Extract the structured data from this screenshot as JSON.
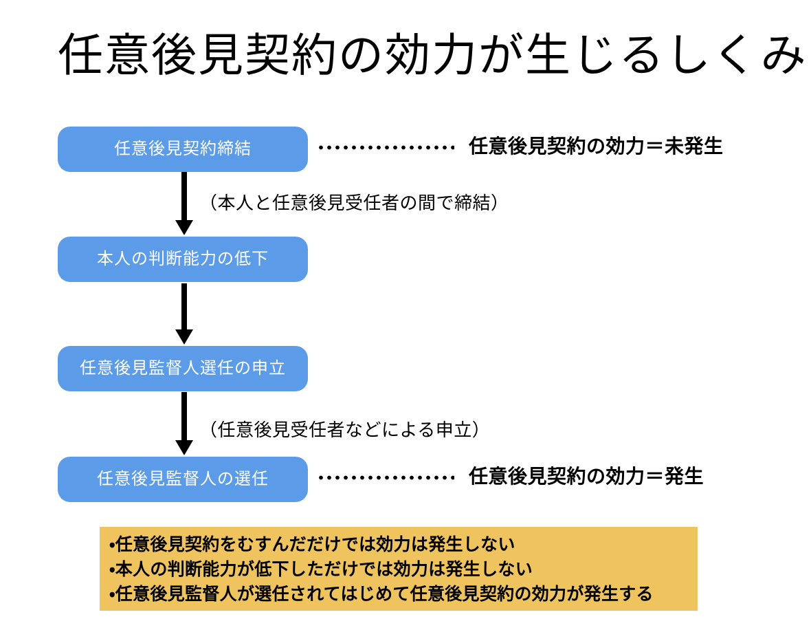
{
  "slide": {
    "title": "任意後見契約の効力が生じるしくみ",
    "background_color": "#ffffff"
  },
  "colors": {
    "box_blue": "#5B9BE8",
    "box_text": "#ffffff",
    "summary_orange": "#EFC45F",
    "text_black": "#000000"
  },
  "flow": {
    "steps": [
      {
        "label": "任意後見契約締結"
      },
      {
        "label": "本人の判断能力の低下"
      },
      {
        "label": "任意後見監督人選任の申立"
      },
      {
        "label": "任意後見監督人の選任"
      }
    ],
    "arrow_labels": [
      {
        "text": "（本人と任意後見受任者の間で締結）"
      },
      {
        "text": "（任意後見受任者などによる申立）"
      }
    ],
    "effect_notes": [
      {
        "text": "任意後見契約の効力＝未発生"
      },
      {
        "text": "任意後見契約の効力＝発生"
      }
    ]
  },
  "summary": {
    "items": [
      "・任意後見契約をむすんだだけでは効力は発生しない",
      "・本人の判断能力が低下しただけでは効力は発生しない",
      "・任意後見監督人が選任されてはじめて任意後見契約の効力が発生する"
    ]
  }
}
